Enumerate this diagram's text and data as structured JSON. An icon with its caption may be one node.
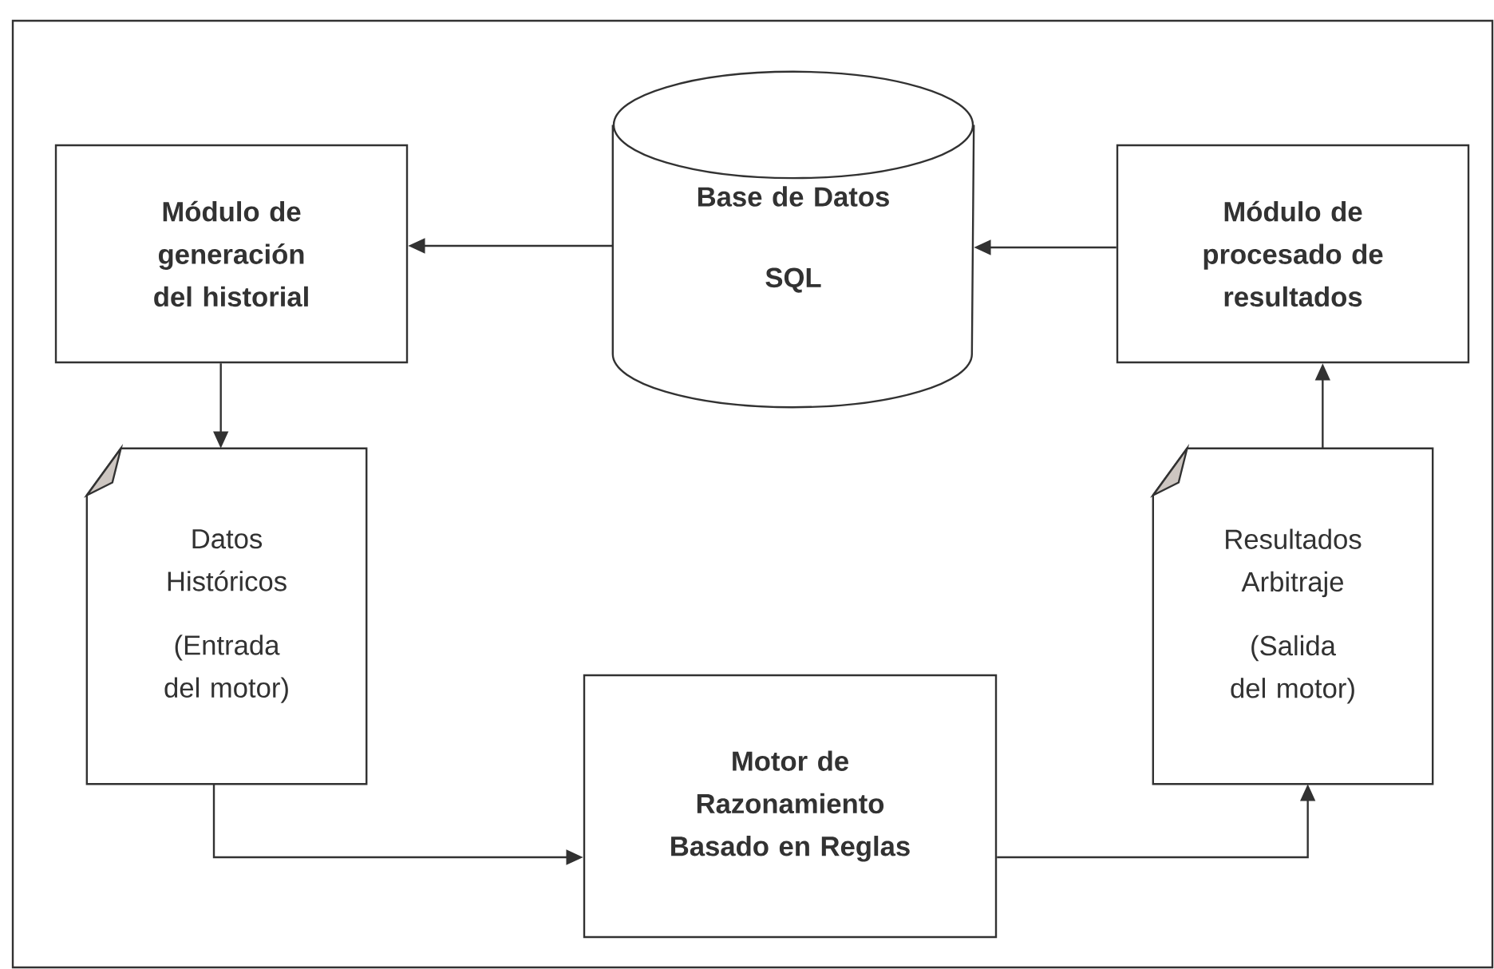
{
  "diagram": {
    "nodes": [
      {
        "text": [
          "Módulo de generación del historial"
        ]
      },
      {
        "text": [
          "Base de Datos",
          "SQL"
        ]
      },
      {
        "text": [
          "Módulo de procesado de resultados"
        ]
      },
      {
        "text": [
          "Datos Históricos",
          "(Entrada del motor)"
        ]
      },
      {
        "text": [
          "Resultados Arbitraje",
          "(Salida del motor)"
        ]
      },
      {
        "text": [
          "Motor de Razonamiento Basado en Reglas"
        ]
      }
    ],
    "edges": [
      {
        "from": 1,
        "to": 0,
        "arrow": "to"
      },
      {
        "from": 2,
        "to": 1,
        "arrow": "to"
      },
      {
        "from": 0,
        "to": 3,
        "arrow": "to"
      },
      {
        "from": 4,
        "to": 2,
        "arrow": "to"
      },
      {
        "from": 3,
        "to": 5,
        "arrow": "to"
      },
      {
        "from": 5,
        "to": 4,
        "arrow": "to"
      }
    ]
  }
}
